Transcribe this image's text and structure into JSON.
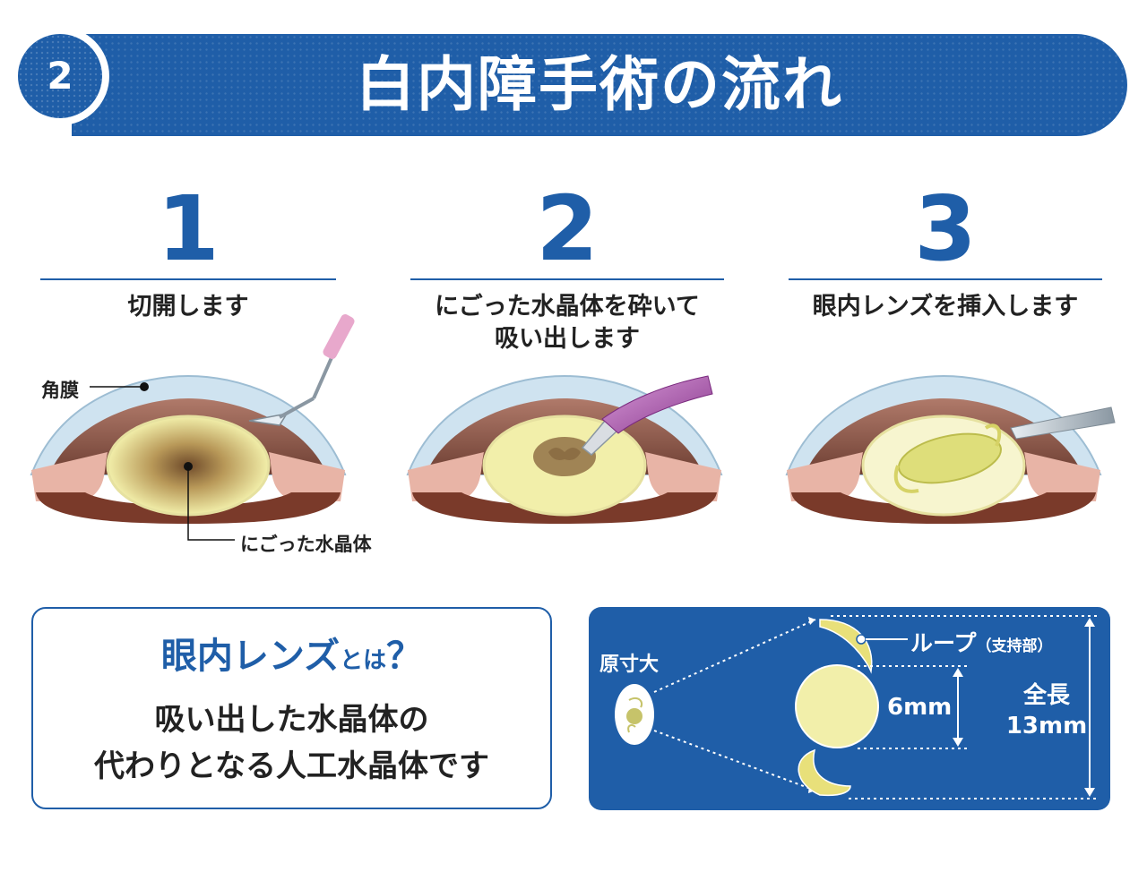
{
  "header": {
    "badge": "2",
    "title": "白内障手術の流れ"
  },
  "steps": [
    {
      "number": "1",
      "caption": "切開します"
    },
    {
      "number": "2",
      "caption_line1": "にごった水晶体を砕いて",
      "caption_line2": "吸い出します"
    },
    {
      "number": "3",
      "caption": "眼内レンズを挿入します"
    }
  ],
  "labels": {
    "cornea": "角膜",
    "cloudy_lens": "にごった水晶体"
  },
  "info": {
    "title_main": "眼内レンズ",
    "title_suffix": "とは",
    "title_mark": "？",
    "body_line1": "吸い出した水晶体の",
    "body_line2": "代わりとなる人工水晶体です"
  },
  "lens": {
    "actual_size": "原寸大",
    "loop": "ループ",
    "loop_note": "（支持部）",
    "optic_size": "6mm",
    "total_label": "全長",
    "total_size": "13mm"
  },
  "colors": {
    "brand_blue": "#1f5ea8",
    "lens_yellow": "#f2efaa",
    "iris_brown": "#7b4a3c",
    "tissue_pink": "#e8b4a6"
  }
}
